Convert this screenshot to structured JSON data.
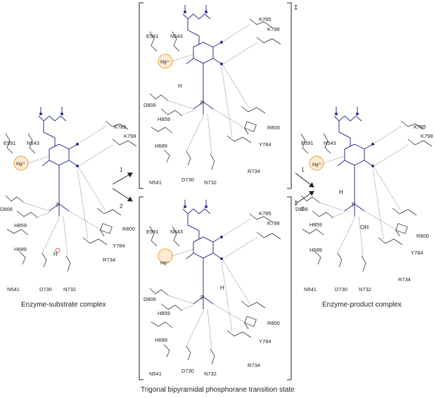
{
  "labels": {
    "left": "Enzyme-substrate complex",
    "right": "Enzyme-product complex",
    "bottom": "Trigonal bipyramidal phosphorane transition state",
    "dagger_top": "‡",
    "dagger_bottom": "‡",
    "path1_left": "1",
    "path2_left": "2",
    "path1_right": "1",
    "path2_right": "2"
  },
  "residues": {
    "E591": "E591",
    "N543": "N543",
    "Mg": "Mg²⁺",
    "K785": "K785",
    "K798": "K798",
    "D806": "D806",
    "H859": "H859",
    "H689": "H689",
    "N541": "N541",
    "D730": "D730",
    "N732": "N732",
    "R734": "R734",
    "Y784": "Y784",
    "R800": "R800"
  },
  "colors": {
    "substrate": "#2b2f8f",
    "mg_fill": "#fdebd2",
    "mg_stroke": "#f0a030",
    "hydroxyl": "#d0201a",
    "proton": "#1f8a1f"
  }
}
